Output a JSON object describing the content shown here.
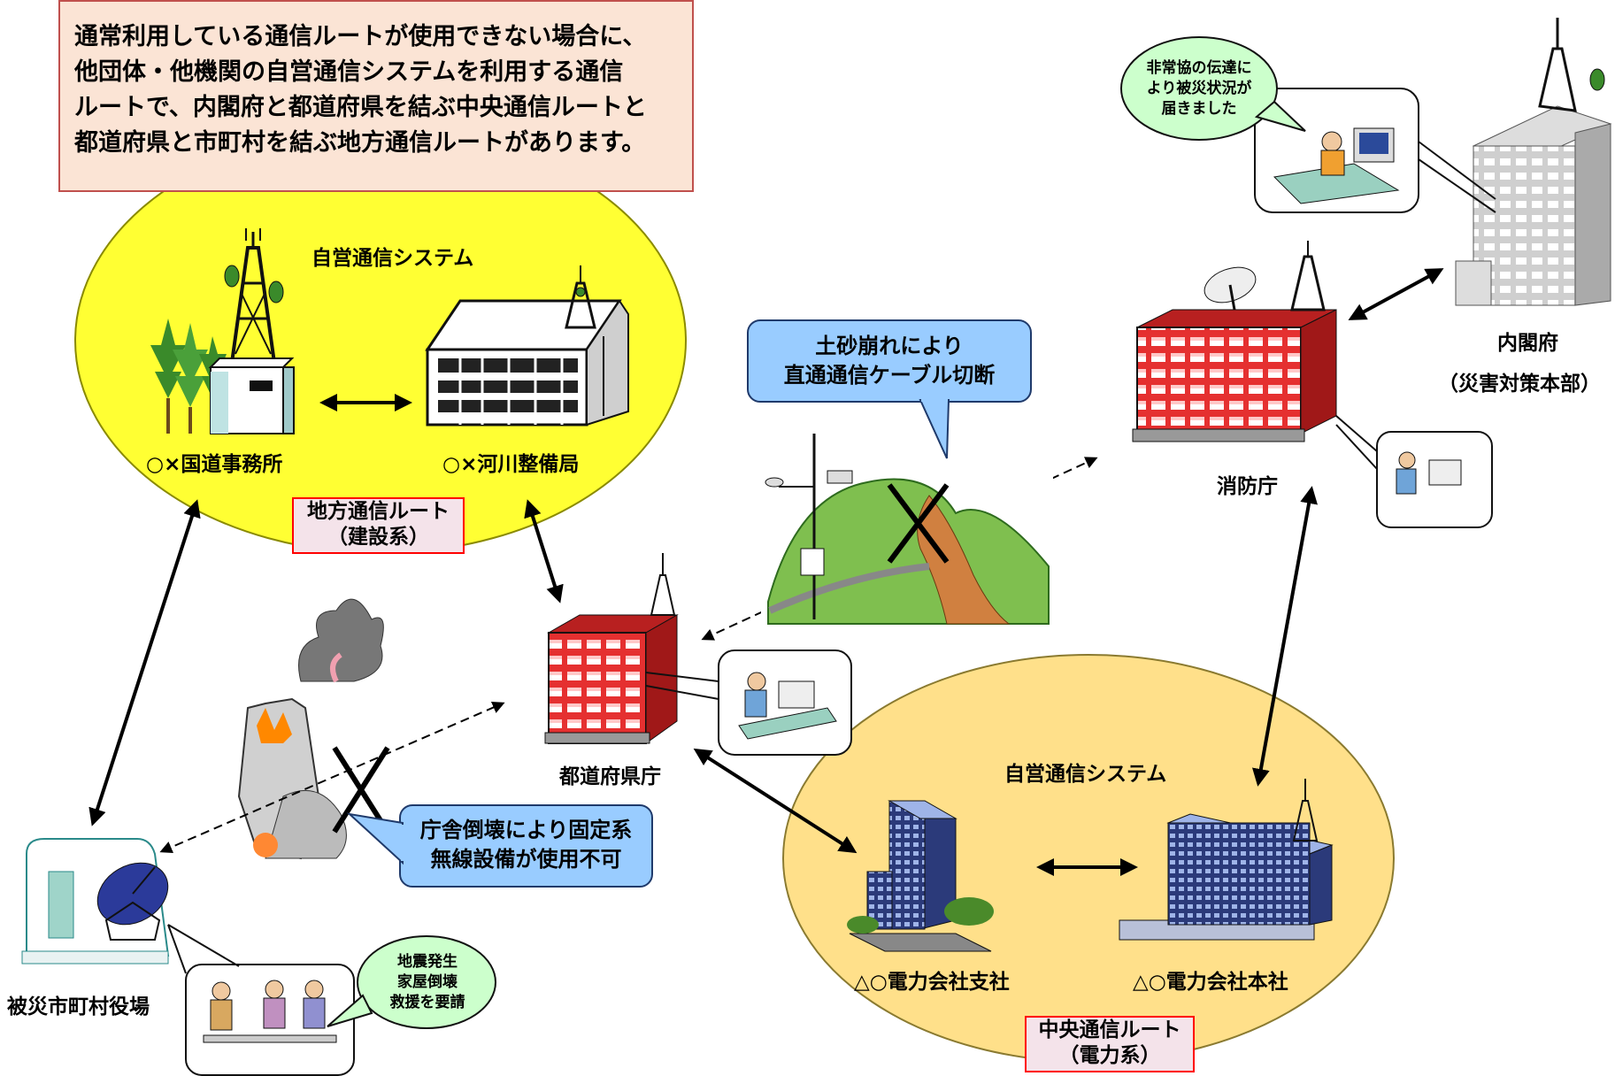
{
  "intro": {
    "lines": [
      "通常利用している通信ルートが使用できない場合に、",
      "他団体・他機関の自営通信システムを利用する通信",
      "ルートで、内閣府と都道府県を結ぶ中央通信ルートと",
      "都道府県と市町村を結ぶ地方通信ルートがあります。"
    ]
  },
  "local_system": {
    "title": "自営通信システム",
    "office_a": "○×国道事務所",
    "office_b": "○×河川整備局",
    "route_line1": "地方通信ルート",
    "route_line2": "（建設系）"
  },
  "central_system": {
    "title": "自営通信システム",
    "office_a": "△○電力会社支社",
    "office_b": "△○電力会社本社",
    "route_line1": "中央通信ルート",
    "route_line2": "（電力系）"
  },
  "nodes": {
    "prefecture": "都道府県庁",
    "fdma": "消防庁",
    "cabinet": "内閣府",
    "cabinet_sub": "（災害対策本部）",
    "municipality": "被災市町村役場"
  },
  "callouts": {
    "landslide_line1": "土砂崩れにより",
    "landslide_line2": "直通通信ケーブル切断",
    "collapse_line1": "庁舎倒壊により固定系",
    "collapse_line2": "無線設備が使用不可"
  },
  "bubbles": {
    "cabinet_line1": "非常協の伝達に",
    "cabinet_line2": "より被災状況が",
    "cabinet_line3": "届きました",
    "muni_line1": "地震発生",
    "muni_line2": "家屋倒壊",
    "muni_line3": "救援を要請"
  },
  "colors": {
    "yellow_ellipse": "#ffff33",
    "orange_ellipse": "#ffe08a",
    "intro_fill": "#fbe4d5",
    "intro_border": "#c0504d",
    "callout_fill": "#99ccff",
    "bubble_fill": "#ccffcc",
    "red_building": "#e53030"
  }
}
